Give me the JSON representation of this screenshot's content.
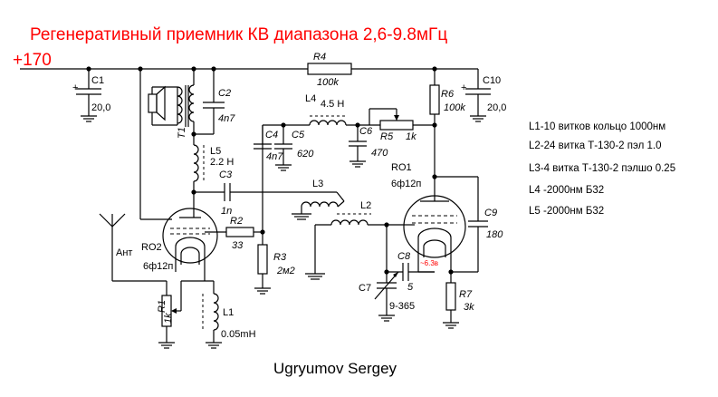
{
  "title": "Регенеративный приемник КВ диапазона 2,6-9.8мГц",
  "supply_voltage": "+170",
  "author": "Ugryumov Sergey",
  "colors": {
    "title": "#ff0000",
    "wire": "#000000",
    "heater_label": "#ff0000"
  },
  "components": {
    "C1": {
      "ref": "C1",
      "value": "20,0"
    },
    "C2": {
      "ref": "C2",
      "value": "4n7"
    },
    "C3": {
      "ref": "C3",
      "value": "1n"
    },
    "C4": {
      "ref": "C4",
      "value": "4n7"
    },
    "C5": {
      "ref": "C5",
      "value": "620"
    },
    "C6": {
      "ref": "C6",
      "value": "470"
    },
    "C7": {
      "ref": "C7",
      "value": "9-365"
    },
    "C8": {
      "ref": "C8",
      "value": "5"
    },
    "C9": {
      "ref": "C9",
      "value": "180"
    },
    "C10": {
      "ref": "C10",
      "value": "20,0"
    },
    "R1": {
      "ref": "R1",
      "value": "1k"
    },
    "R2": {
      "ref": "R2",
      "value": "33"
    },
    "R3": {
      "ref": "R3",
      "value": "2м2"
    },
    "R4": {
      "ref": "R4",
      "value": "100k"
    },
    "R5": {
      "ref": "R5",
      "value": "1k"
    },
    "R6": {
      "ref": "R6",
      "value": "100k"
    },
    "R7": {
      "ref": "R7",
      "value": "3k"
    },
    "L1": {
      "ref": "L1",
      "value": "0.05mH"
    },
    "L2": {
      "ref": "L2"
    },
    "L3": {
      "ref": "L3"
    },
    "L4": {
      "ref": "L4",
      "value": "4.5 H"
    },
    "L5": {
      "ref": "L5",
      "value": "2.2 H"
    },
    "T1": {
      "ref": "T1"
    },
    "RO1": {
      "ref": "RO1",
      "type": "6ф12п"
    },
    "RO2": {
      "ref": "RO2",
      "type": "6ф12п"
    },
    "ANT": {
      "ref": "Ант"
    }
  },
  "heater_voltage": "~6.3в",
  "notes": [
    "L1-10 витков кольцо 1000нм",
    "L2-24 витка Т-130-2 пэл 1.0",
    "L3-4 витка Т-130-2 пэлшо 0.25",
    "L4 -2000нм Б32",
    "L5 -2000нм Б32"
  ]
}
